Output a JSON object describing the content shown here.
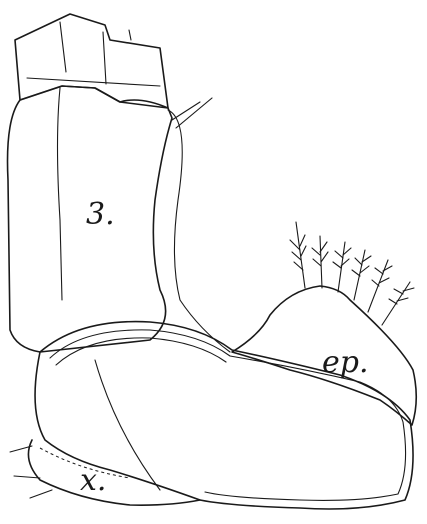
{
  "labels": {
    "segment": "3.",
    "epipodite": "ep.",
    "coxa": "x."
  }
}
